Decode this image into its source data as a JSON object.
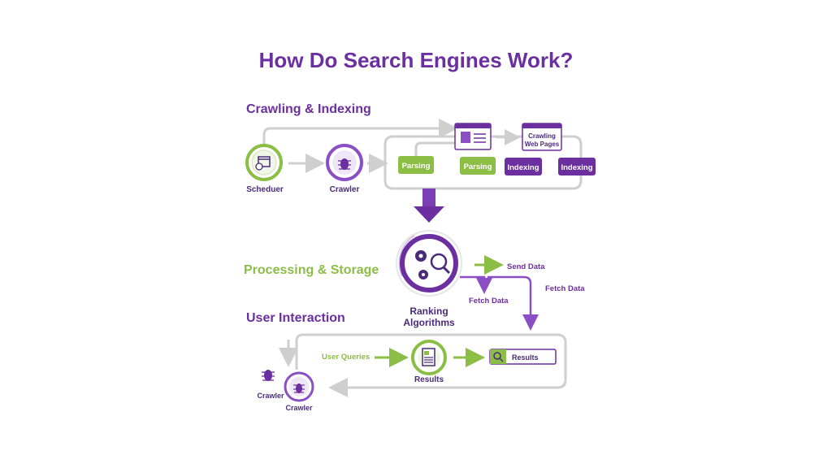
{
  "title": "How Do Search Engines Work?",
  "sections": {
    "crawling": "Crawling & Indexing",
    "processing": "Processing & Storage",
    "user": "User Interaction"
  },
  "crawling": {
    "scheduler_label": "Scheduer",
    "crawler_label": "Crawler",
    "pills": [
      "Parsing",
      "Parsing",
      "Indexing",
      "Indexing"
    ],
    "crawling_card_line1": "Crawling",
    "crawling_card_line2": "Web Pages"
  },
  "processing": {
    "ranking_line1": "Ranking",
    "ranking_line2": "Algorithms",
    "send_data": "Send Data",
    "fetch_data_1": "Fetch Data",
    "fetch_data_2": "Fetch Data"
  },
  "user": {
    "user_queries": "User Queries",
    "results_label": "Results",
    "results_bar": "Results",
    "crawler_a": "Crawler",
    "crawler_b": "Crawler"
  },
  "colors": {
    "purple": "#6b2fa0",
    "green": "#8cbd45",
    "gray": "#cfcfcf"
  }
}
